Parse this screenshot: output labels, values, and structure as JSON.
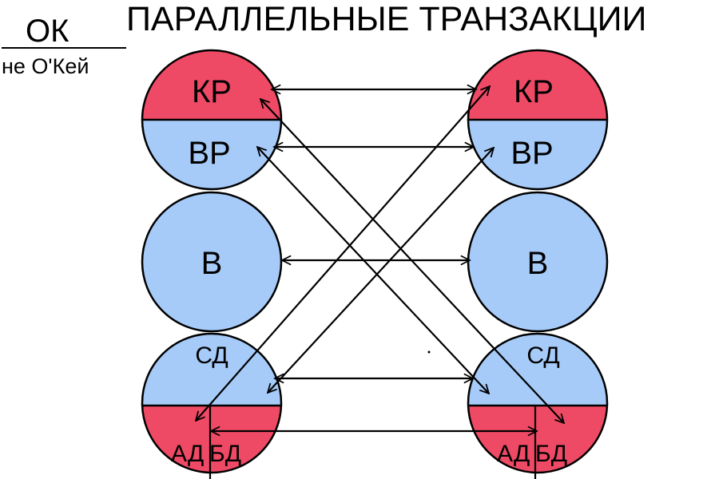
{
  "title": "ПАРАЛЛЕЛЬНЫЕ ТРАНЗАКЦИИ",
  "legend": {
    "numerator": "ОК",
    "denominator": "не О'Кей"
  },
  "colors": {
    "ok": "#a6cbf9",
    "not_ok": "#ef4a65",
    "line": "#000000"
  },
  "left": {
    "kr": "КР",
    "vr": "ВР",
    "v": "В",
    "sd": "СД",
    "ad": "АД",
    "bd": "БД"
  },
  "right": {
    "kr": "КР",
    "vr": "ВР",
    "v": "В",
    "sd": "СД",
    "ad": "АД",
    "bd": "БД"
  }
}
